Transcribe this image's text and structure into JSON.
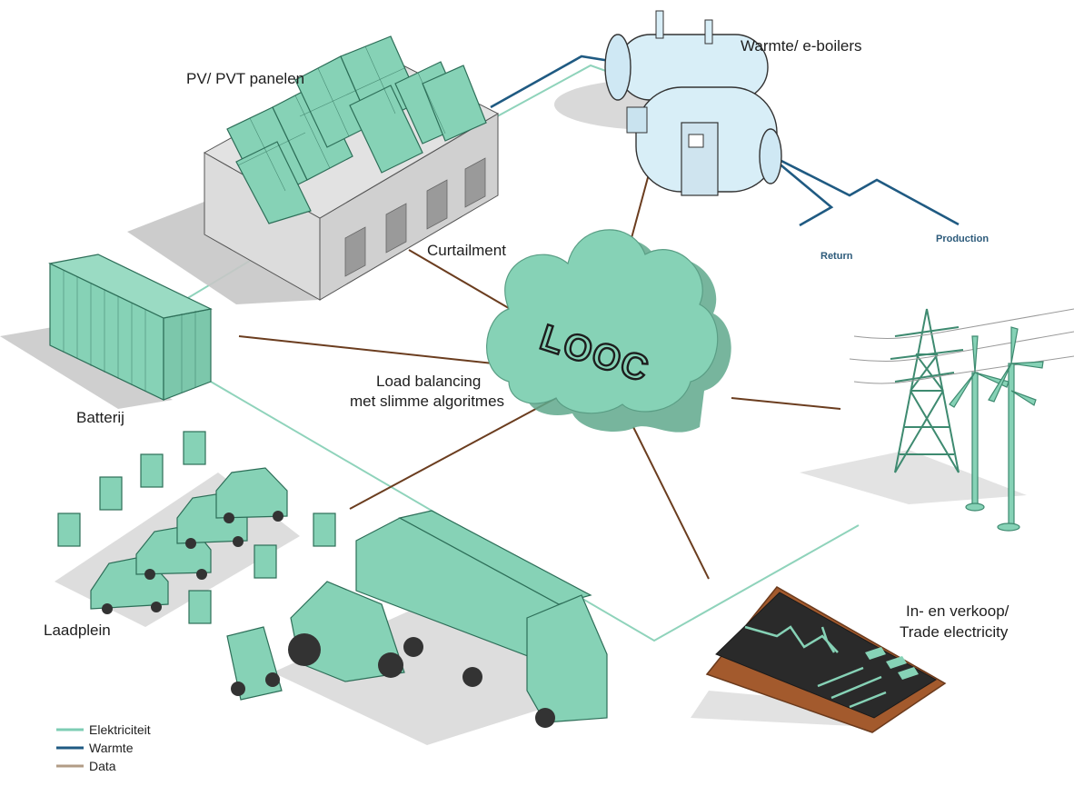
{
  "labels": {
    "pv": "PV/ PVT panelen",
    "warmte": "Warmte/ e-boilers",
    "curtailment": "Curtailment",
    "batterij": "Batterij",
    "load_line1": "Load balancing",
    "load_line2": "met slimme algoritmes",
    "laadplein": "Laadplein",
    "trade_line1": "In- en verkoop/",
    "trade_line2": "Trade electricity",
    "return": "Return",
    "production": "Production"
  },
  "logo": {
    "text": "LOOC"
  },
  "legend": {
    "items": [
      {
        "label": "Elektriciteit",
        "color": "#7ecdb4"
      },
      {
        "label": "Warmte",
        "color": "#1f5a82"
      },
      {
        "label": "Data",
        "color": "#b29c86"
      }
    ]
  },
  "colors": {
    "electric": "#7ecdb4",
    "heat": "#1f5a82",
    "data_line": "#6b3d1f",
    "mint": "#86d2b6",
    "mint_dark": "#4f9a80",
    "building": "#d8d8d8",
    "shadow": "#bdbdbd"
  }
}
